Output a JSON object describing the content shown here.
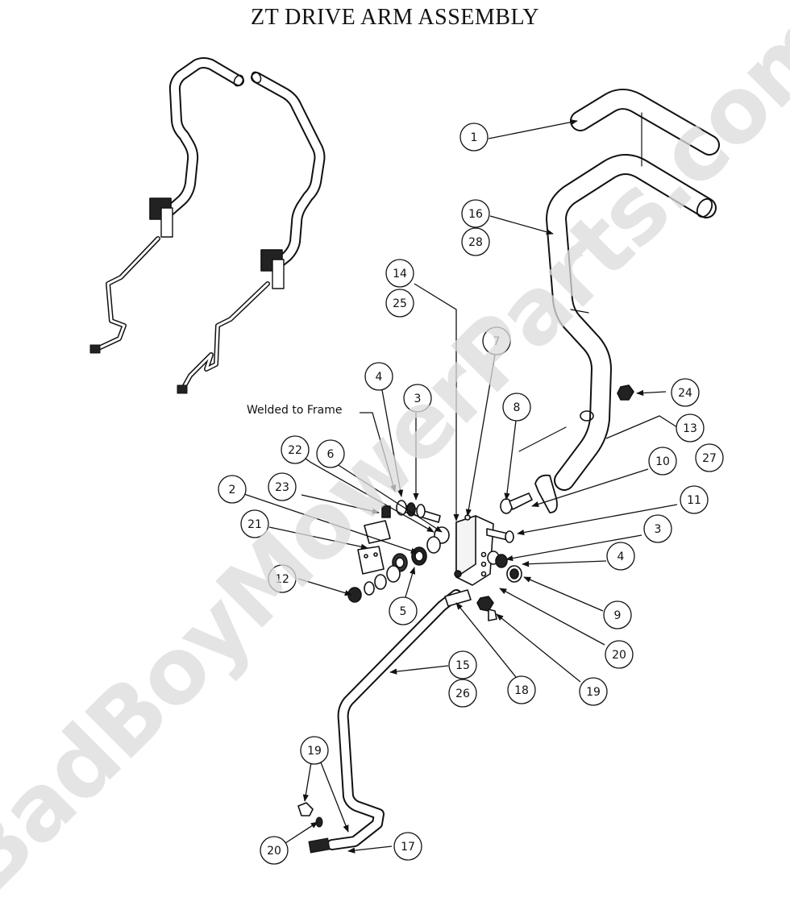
{
  "title": "ZT DRIVE ARM ASSEMBLY",
  "note": "Welded to Frame",
  "watermark": "BadBoyMowerParts.com",
  "callouts": [
    "1",
    "16",
    "28",
    "14",
    "25",
    "7",
    "4",
    "3",
    "8",
    "24",
    "13",
    "27",
    "22",
    "6",
    "10",
    "23",
    "2",
    "11",
    "21",
    "3",
    "4",
    "12",
    "5",
    "9",
    "20",
    "15",
    "26",
    "18",
    "19",
    "19",
    "20",
    "17"
  ]
}
